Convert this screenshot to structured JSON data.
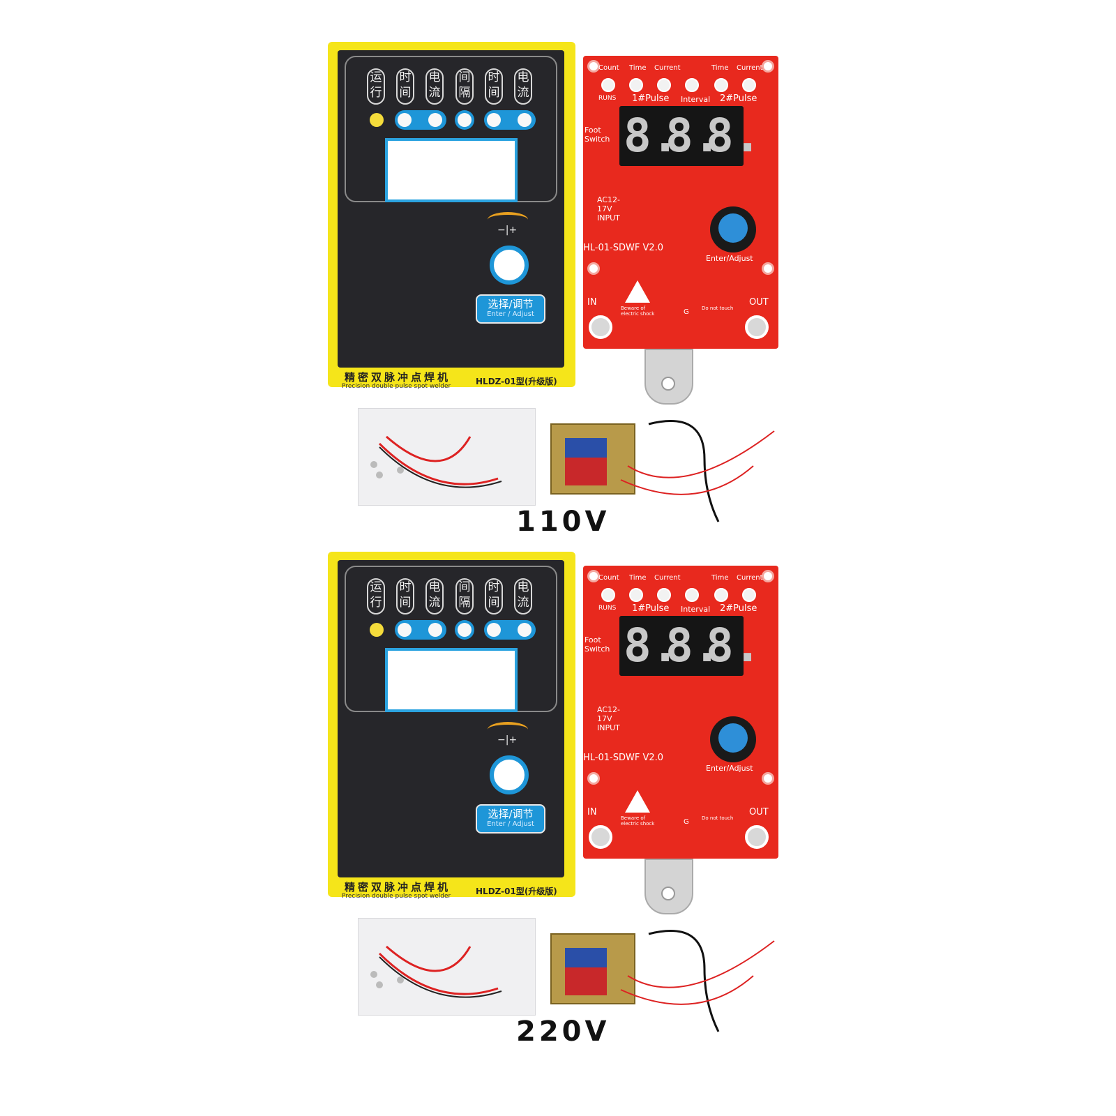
{
  "products": [
    {
      "panel": {
        "chips": [
          "运\n行",
          "时\n间",
          "电\n流",
          "间\n隔",
          "时\n间",
          "电\n流"
        ],
        "adjust_symbol": "−|+",
        "enter_cn": "选择/调节",
        "enter_en": "Enter / Adjust",
        "title_cn": "精密双脉冲点焊机",
        "title_en": "Precision double pulse spot welder",
        "model": "HLDZ-01型(升级版)"
      },
      "pcb": {
        "led_labels": [
          "Count",
          "Time",
          "Current",
          "Time",
          "Current"
        ],
        "runs": "RUNS",
        "pulse1": "1#Pulse",
        "interval": "Interval",
        "pulse2": "2#Pulse",
        "foot_switch": "Foot Switch",
        "input": "AC12-17V INPUT",
        "display_digits": [
          "8.",
          "8.",
          "8."
        ],
        "model": "HL-01-SDWF  V2.0",
        "enter_adjust": "Enter/Adjust",
        "in": "IN",
        "out": "OUT",
        "shock": "Beware of electric shock",
        "no_touch": "Do not touch",
        "g": "G"
      },
      "voltage": "110V"
    },
    {
      "panel": {
        "chips": [
          "运\n行",
          "时\n间",
          "电\n流",
          "间\n隔",
          "时\n间",
          "电\n流"
        ],
        "adjust_symbol": "−|+",
        "enter_cn": "选择/调节",
        "enter_en": "Enter / Adjust",
        "title_cn": "精密双脉冲点焊机",
        "title_en": "Precision double pulse spot welder",
        "model": "HLDZ-01型(升级版)"
      },
      "pcb": {
        "led_labels": [
          "Count",
          "Time",
          "Current",
          "Time",
          "Current"
        ],
        "runs": "RUNS",
        "pulse1": "1#Pulse",
        "interval": "Interval",
        "pulse2": "2#Pulse",
        "foot_switch": "Foot Switch",
        "input": "AC12-17V INPUT",
        "display_digits": [
          "8.",
          "8.",
          "8."
        ],
        "model": "HL-01-SDWF  V2.0",
        "enter_adjust": "Enter/Adjust",
        "in": "IN",
        "out": "OUT",
        "shock": "Beware of electric shock",
        "no_touch": "Do not touch",
        "g": "G"
      },
      "voltage": "220V"
    }
  ],
  "colors": {
    "panel_yellow": "#f5e51a",
    "panel_black": "#26262a",
    "accent_blue": "#1e96d8",
    "pcb_red": "#e8291e"
  }
}
